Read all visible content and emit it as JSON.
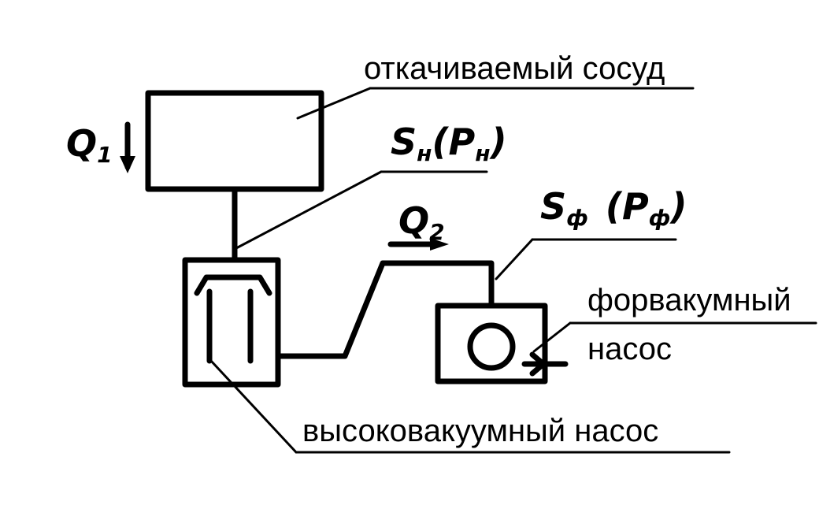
{
  "labels": {
    "vessel": "откачиваемый сосуд",
    "high_vacuum_pump": "высоковакуумный насос",
    "fore_pump_line1": "форвакумный",
    "fore_pump_line2": "насос"
  },
  "symbols": {
    "q1": {
      "main": "Q",
      "sub": "1"
    },
    "q2": {
      "main": "Q",
      "sub": "2"
    },
    "sn": {
      "main": "S",
      "sub": "н",
      "paren_main": "(P",
      "paren_sub": "н",
      "close": ")"
    },
    "sf": {
      "main": "S",
      "sub": "ф",
      "paren_main": "(P",
      "paren_sub": "ф",
      "close": ")"
    }
  }
}
